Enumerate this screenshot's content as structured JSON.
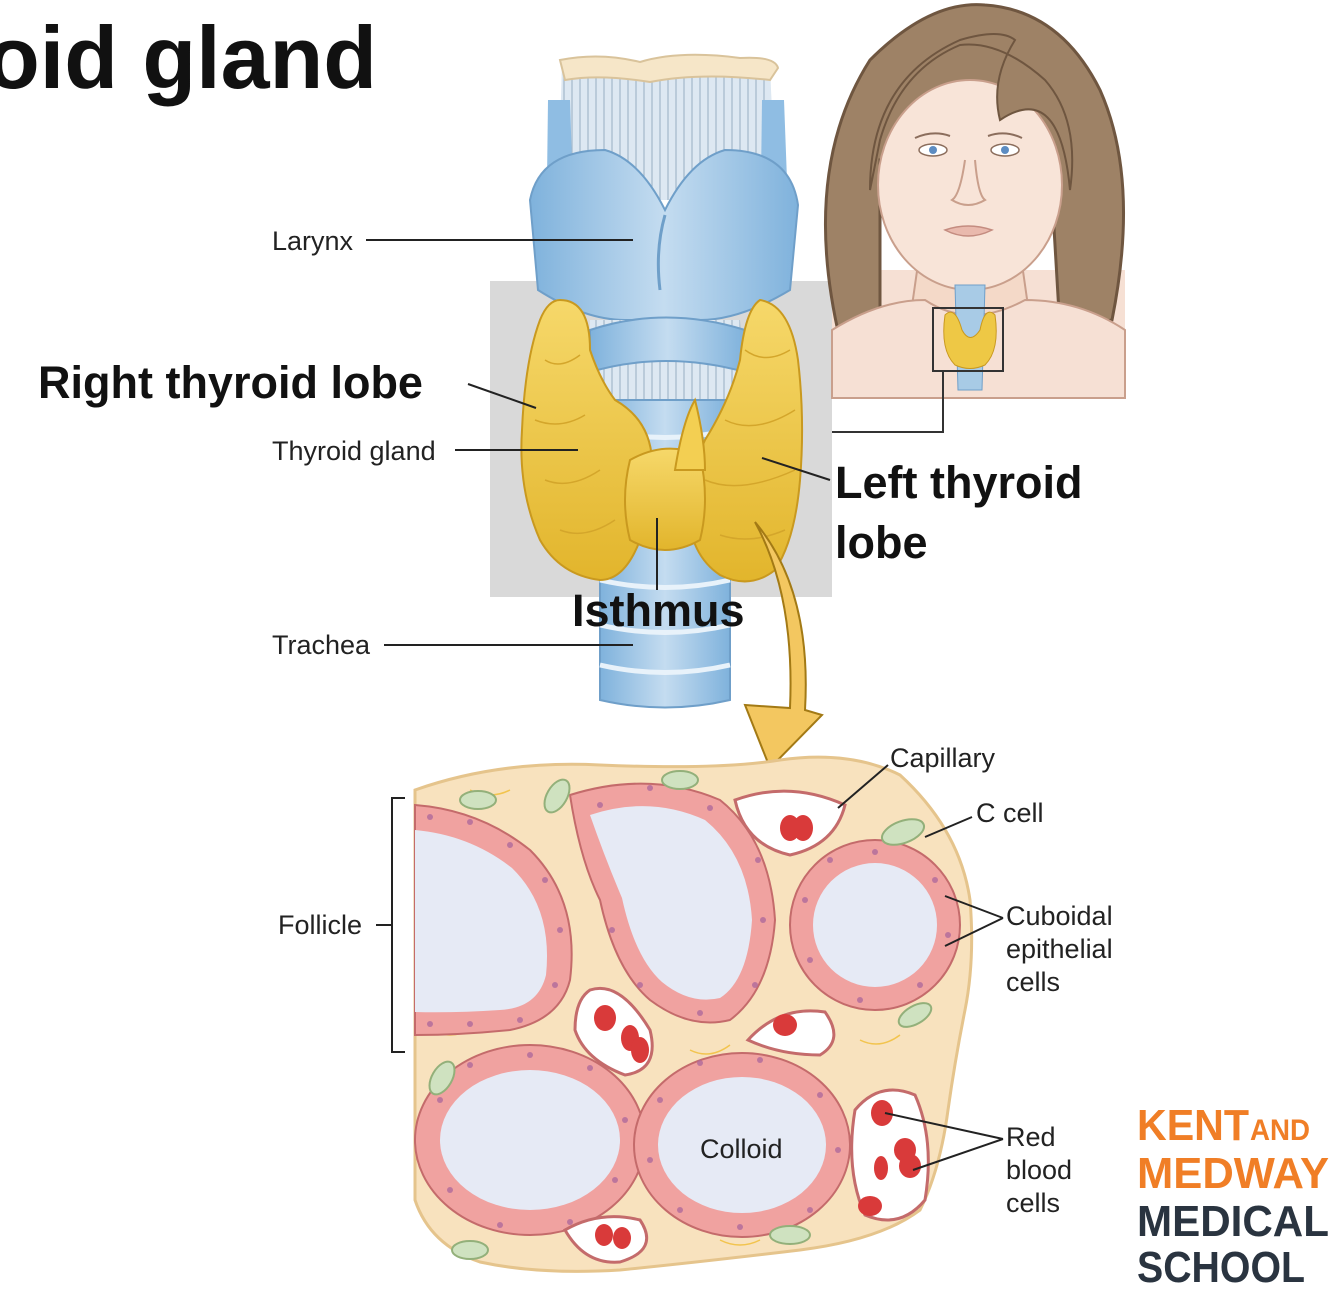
{
  "slide": {
    "title": "oid gland"
  },
  "labels": {
    "larynx": "Larynx",
    "right_lobe": "Right thyroid lobe",
    "thyroid_gland": "Thyroid gland",
    "left_lobe_line1": "Left thyroid",
    "left_lobe_line2": "lobe",
    "isthmus": "Isthmus",
    "trachea": "Trachea",
    "capillary": "Capillary",
    "c_cell": "C cell",
    "follicle": "Follicle",
    "cuboidal_line1": "Cuboidal",
    "cuboidal_line2": "epithelial",
    "cuboidal_line3": "cells",
    "colloid": "Colloid",
    "rbc_line1": "Red",
    "rbc_line2": "blood",
    "rbc_line3": "cells"
  },
  "logo": {
    "line1a": "KENT",
    "line1b": "AND",
    "line2": "MEDWAY",
    "line3": "MEDICAL",
    "line4": "SCHOOL"
  },
  "colors": {
    "thyroid": "#eec845",
    "cartilage": "#a8cbe6",
    "colloid": "#e6eaf5",
    "epithelium": "#f0a2a0",
    "stroma": "#f8e2be",
    "rbc": "#d93a3a",
    "logo_orange": "#f07e26",
    "logo_navy": "#2a3440"
  }
}
